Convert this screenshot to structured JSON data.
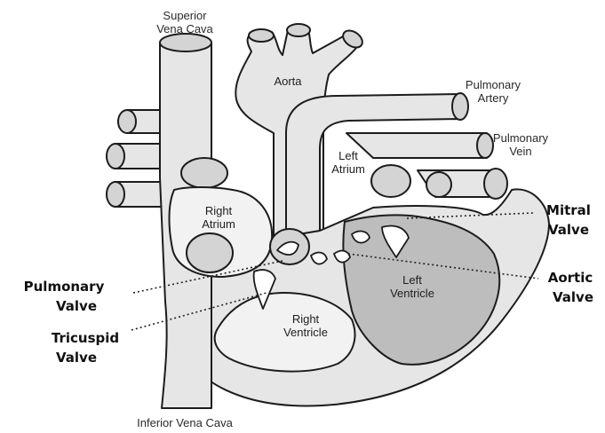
{
  "labels": {
    "superior_vena_cava_1": "Superior",
    "superior_vena_cava_2": "Vena Cava",
    "aorta": "Aorta",
    "pulmonary_artery_1": "Pulmonary",
    "pulmonary_artery_2": "Artery",
    "pulmonary_vein_1": "Pulmonary",
    "pulmonary_vein_2": "Vein",
    "left_atrium_1": "Left",
    "left_atrium_2": "Atrium",
    "right_atrium_1": "Right",
    "right_atrium_2": "Atrium",
    "mitral_valve_1": "Mitral",
    "mitral_valve_2": "Valve",
    "pulmonary_valve_1": "Pulmonary",
    "pulmonary_valve_2": "Valve",
    "aortic_valve_1": "Aortic",
    "aortic_valve_2": "Valve",
    "left_ventricle_1": "Left",
    "left_ventricle_2": "Ventricle",
    "tricuspid_valve_1": "Tricuspid",
    "tricuspid_valve_2": "Valve",
    "right_ventricle_1": "Right",
    "right_ventricle_2": "Ventricle",
    "inferior_vena_cava": "Inferior Vena Cava"
  }
}
